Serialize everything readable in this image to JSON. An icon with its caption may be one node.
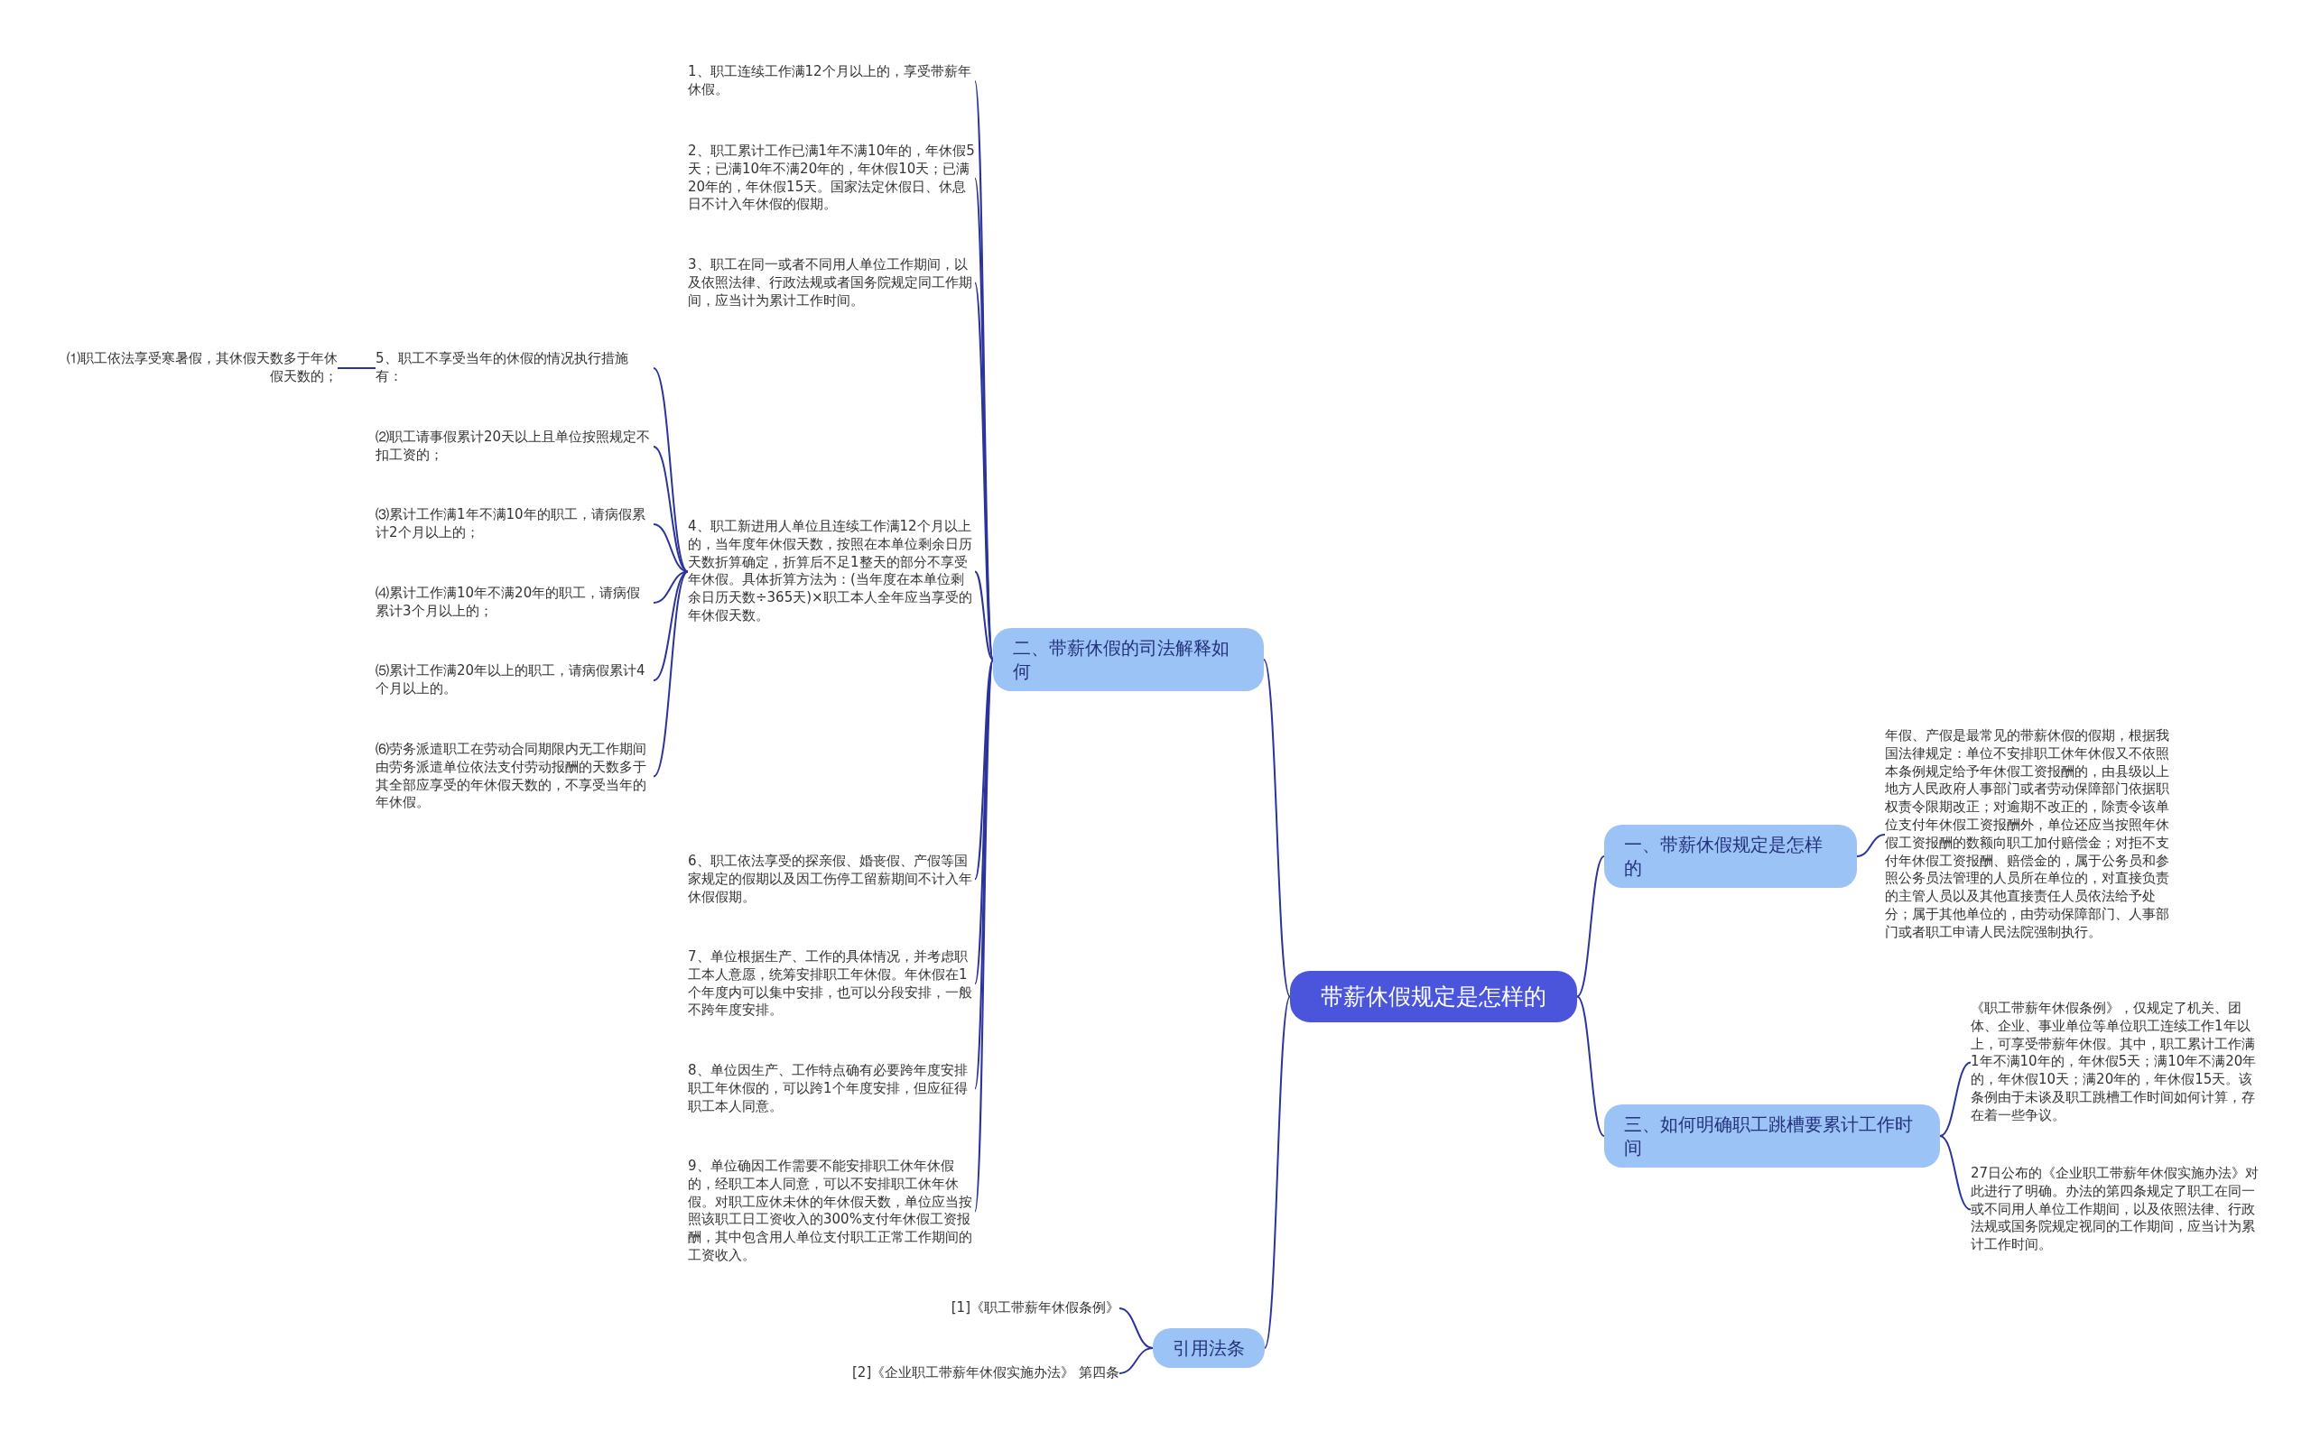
{
  "diagram": {
    "nodes": [
      {
        "text": [
          "带薪休假规定是怎样的"
        ]
      },
      {
        "text": [
          "一、带薪休假规定是怎样的"
        ]
      },
      {
        "text": [
          "年假、产假是最常见的带薪休假的假期，根据我国法律规定：单位不安排职工休年休假又不依照本条例规定给予年休假工资报酬的，由县级以上地方人民政府人事部门或者劳动保障部门依据职权责令限期改正；对逾期不改正的，除责令该单位支付年休假工资报酬外，单位还应当按照年休假工资报酬的数额向职工加付赔偿金；对拒不支付年休假工资报酬、赔偿金的，属于公务员和参照公务员法管理的人员所在单位的，对直接负责的主管人员以及其他直接责任人员依法给予处分；属于其他单位的，由劳动保障部门、人事部门或者职工申请人民法院强制执行。"
        ]
      },
      {
        "text": [
          "二、带薪休假的司法解释如何"
        ]
      },
      {
        "text": [
          "1、职工连续工作满12个月以上的，享受带薪年休假。"
        ]
      },
      {
        "text": [
          "2、职工累计工作已满1年不满10年的，年休假5天；已满10年不满20年的，年休假10天；已满20年的，年休假15天。国家法定休假日、休息日不计入年休假的假期。"
        ]
      },
      {
        "text": [
          "3、职工在同一或者不同用人单位工作期间，以及依照法律、行政法规或者国务院规定同工作期间，应当计为累计工作时间。"
        ]
      },
      {
        "text": [
          "4、职工新进用人单位且连续工作满12个月以上的，当年度年休假天数，按照在本单位剩余日历天数折算确定，折算后不足1整天的部分不享受年休假。具体折算方法为：(当年度在本单位剩余日历天数÷365天)×职工本人全年应当享受的年休假天数。"
        ]
      },
      {
        "text": [
          "5、职工不享受当年的休假的情况执行措施有："
        ]
      },
      {
        "text": [
          "⑴职工依法享受寒暑假，其休假天数多于年休假天数的；"
        ]
      },
      {
        "text": [
          "⑵职工请事假累计20天以上且单位按照规定不扣工资的；"
        ]
      },
      {
        "text": [
          "⑶累计工作满1年不满10年的职工，请病假累计2个月以上的；"
        ]
      },
      {
        "text": [
          "⑷累计工作满10年不满20年的职工，请病假累计3个月以上的；"
        ]
      },
      {
        "text": [
          "⑸累计工作满20年以上的职工，请病假累计4个月以上的。"
        ]
      },
      {
        "text": [
          "⑹劳务派遣职工在劳动合同期限内无工作期间由劳务派遣单位依法支付劳动报酬的天数多于其全部应享受的年休假天数的，不享受当年的年休假。"
        ]
      },
      {
        "text": [
          "6、职工依法享受的探亲假、婚丧假、产假等国家规定的假期以及因工伤停工留薪期间不计入年休假假期。"
        ]
      },
      {
        "text": [
          "7、单位根据生产、工作的具体情况，并考虑职工本人意愿，统筹安排职工年休假。年休假在1个年度内可以集中安排，也可以分段安排，一般不跨年度安排。"
        ]
      },
      {
        "text": [
          "8、单位因生产、工作特点确有必要跨年度安排职工年休假的，可以跨1个年度安排，但应征得职工本人同意。"
        ]
      },
      {
        "text": [
          "9、单位确因工作需要不能安排职工休年休假的，经职工本人同意，可以不安排职工休年休假。对职工应休未休的年休假天数，单位应当按照该职工日工资收入的300%支付年休假工资报酬，其中包含用人单位支付职工正常工作期间的工资收入。"
        ]
      },
      {
        "text": [
          "三、如何明确职工跳槽要累计工作时间"
        ]
      },
      {
        "text": [
          "《职工带薪年休假条例》，仅规定了机关、团体、企业、事业单位等单位职工连续工作1年以上，可享受带薪年休假。其中，职工累计工作满1年不满10年的，年休假5天；满10年不满20年的，年休假10天；满20年的，年休假15天。该条例由于未谈及职工跳槽工作时间如何计算，存在着一些争议。"
        ]
      },
      {
        "text": [
          "27日公布的《企业职工带薪年休假实施办法》对此进行了明确。办法的第四条规定了职工在同一或不同用人单位工作期间，以及依照法律、行政法规或国务院规定视同的工作期间，应当计为累计工作时间。"
        ]
      },
      {
        "text": [
          "引用法条"
        ]
      },
      {
        "text": [
          "[1]《职工带薪年休假条例》"
        ]
      },
      {
        "text": [
          "[2]《企业职工带薪年休假实施办法》 第四条"
        ]
      }
    ],
    "edges": [
      {
        "from": 0,
        "to": 1,
        "arrow": "none"
      },
      {
        "from": 1,
        "to": 2,
        "arrow": "none"
      },
      {
        "from": 0,
        "to": 3,
        "arrow": "none"
      },
      {
        "from": 3,
        "to": 4,
        "arrow": "none"
      },
      {
        "from": 3,
        "to": 5,
        "arrow": "none"
      },
      {
        "from": 3,
        "to": 6,
        "arrow": "none"
      },
      {
        "from": 3,
        "to": 7,
        "arrow": "none"
      },
      {
        "from": 7,
        "to": 8,
        "arrow": "none"
      },
      {
        "from": 8,
        "to": 9,
        "arrow": "none"
      },
      {
        "from": 7,
        "to": 10,
        "arrow": "none"
      },
      {
        "from": 7,
        "to": 11,
        "arrow": "none"
      },
      {
        "from": 7,
        "to": 12,
        "arrow": "none"
      },
      {
        "from": 7,
        "to": 13,
        "arrow": "none"
      },
      {
        "from": 7,
        "to": 14,
        "arrow": "none"
      },
      {
        "from": 3,
        "to": 15,
        "arrow": "none"
      },
      {
        "from": 3,
        "to": 16,
        "arrow": "none"
      },
      {
        "from": 3,
        "to": 17,
        "arrow": "none"
      },
      {
        "from": 3,
        "to": 18,
        "arrow": "none"
      },
      {
        "from": 0,
        "to": 19,
        "arrow": "none"
      },
      {
        "from": 19,
        "to": 20,
        "arrow": "none"
      },
      {
        "from": 19,
        "to": 21,
        "arrow": "none"
      },
      {
        "from": 0,
        "to": 22,
        "arrow": "none"
      },
      {
        "from": 22,
        "to": 23,
        "arrow": "none"
      },
      {
        "from": 22,
        "to": 24,
        "arrow": "none"
      }
    ]
  }
}
